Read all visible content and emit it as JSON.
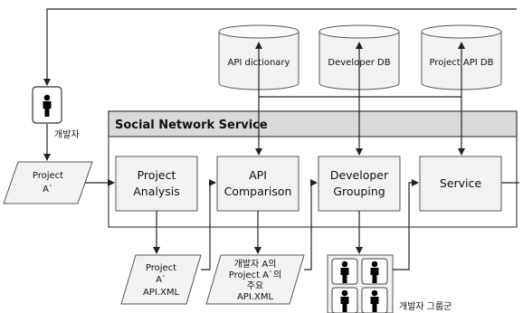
{
  "databases": [
    {
      "label": "API dictionary"
    },
    {
      "label": "Developer DB"
    },
    {
      "label": "Project API DB"
    }
  ],
  "developer": {
    "label": "개발자"
  },
  "project_input": {
    "line1": "Project",
    "line2": "A`"
  },
  "sns": {
    "title": "Social Network Service"
  },
  "processes": [
    {
      "line1": "Project",
      "line2": "Analysis"
    },
    {
      "line1": "API",
      "line2": "Comparison"
    },
    {
      "line1": "Developer",
      "line2": "Grouping"
    },
    {
      "line1": "Service"
    }
  ],
  "outputs": {
    "api_xml": {
      "line1": "Project",
      "line2": "A`",
      "line3": "API.XML"
    },
    "main_api": {
      "line1": "개발자 A의",
      "line2": "Project A`의",
      "line3": "주요",
      "line4": "API.XML"
    }
  },
  "group": {
    "label": "개발자 그룹군"
  }
}
